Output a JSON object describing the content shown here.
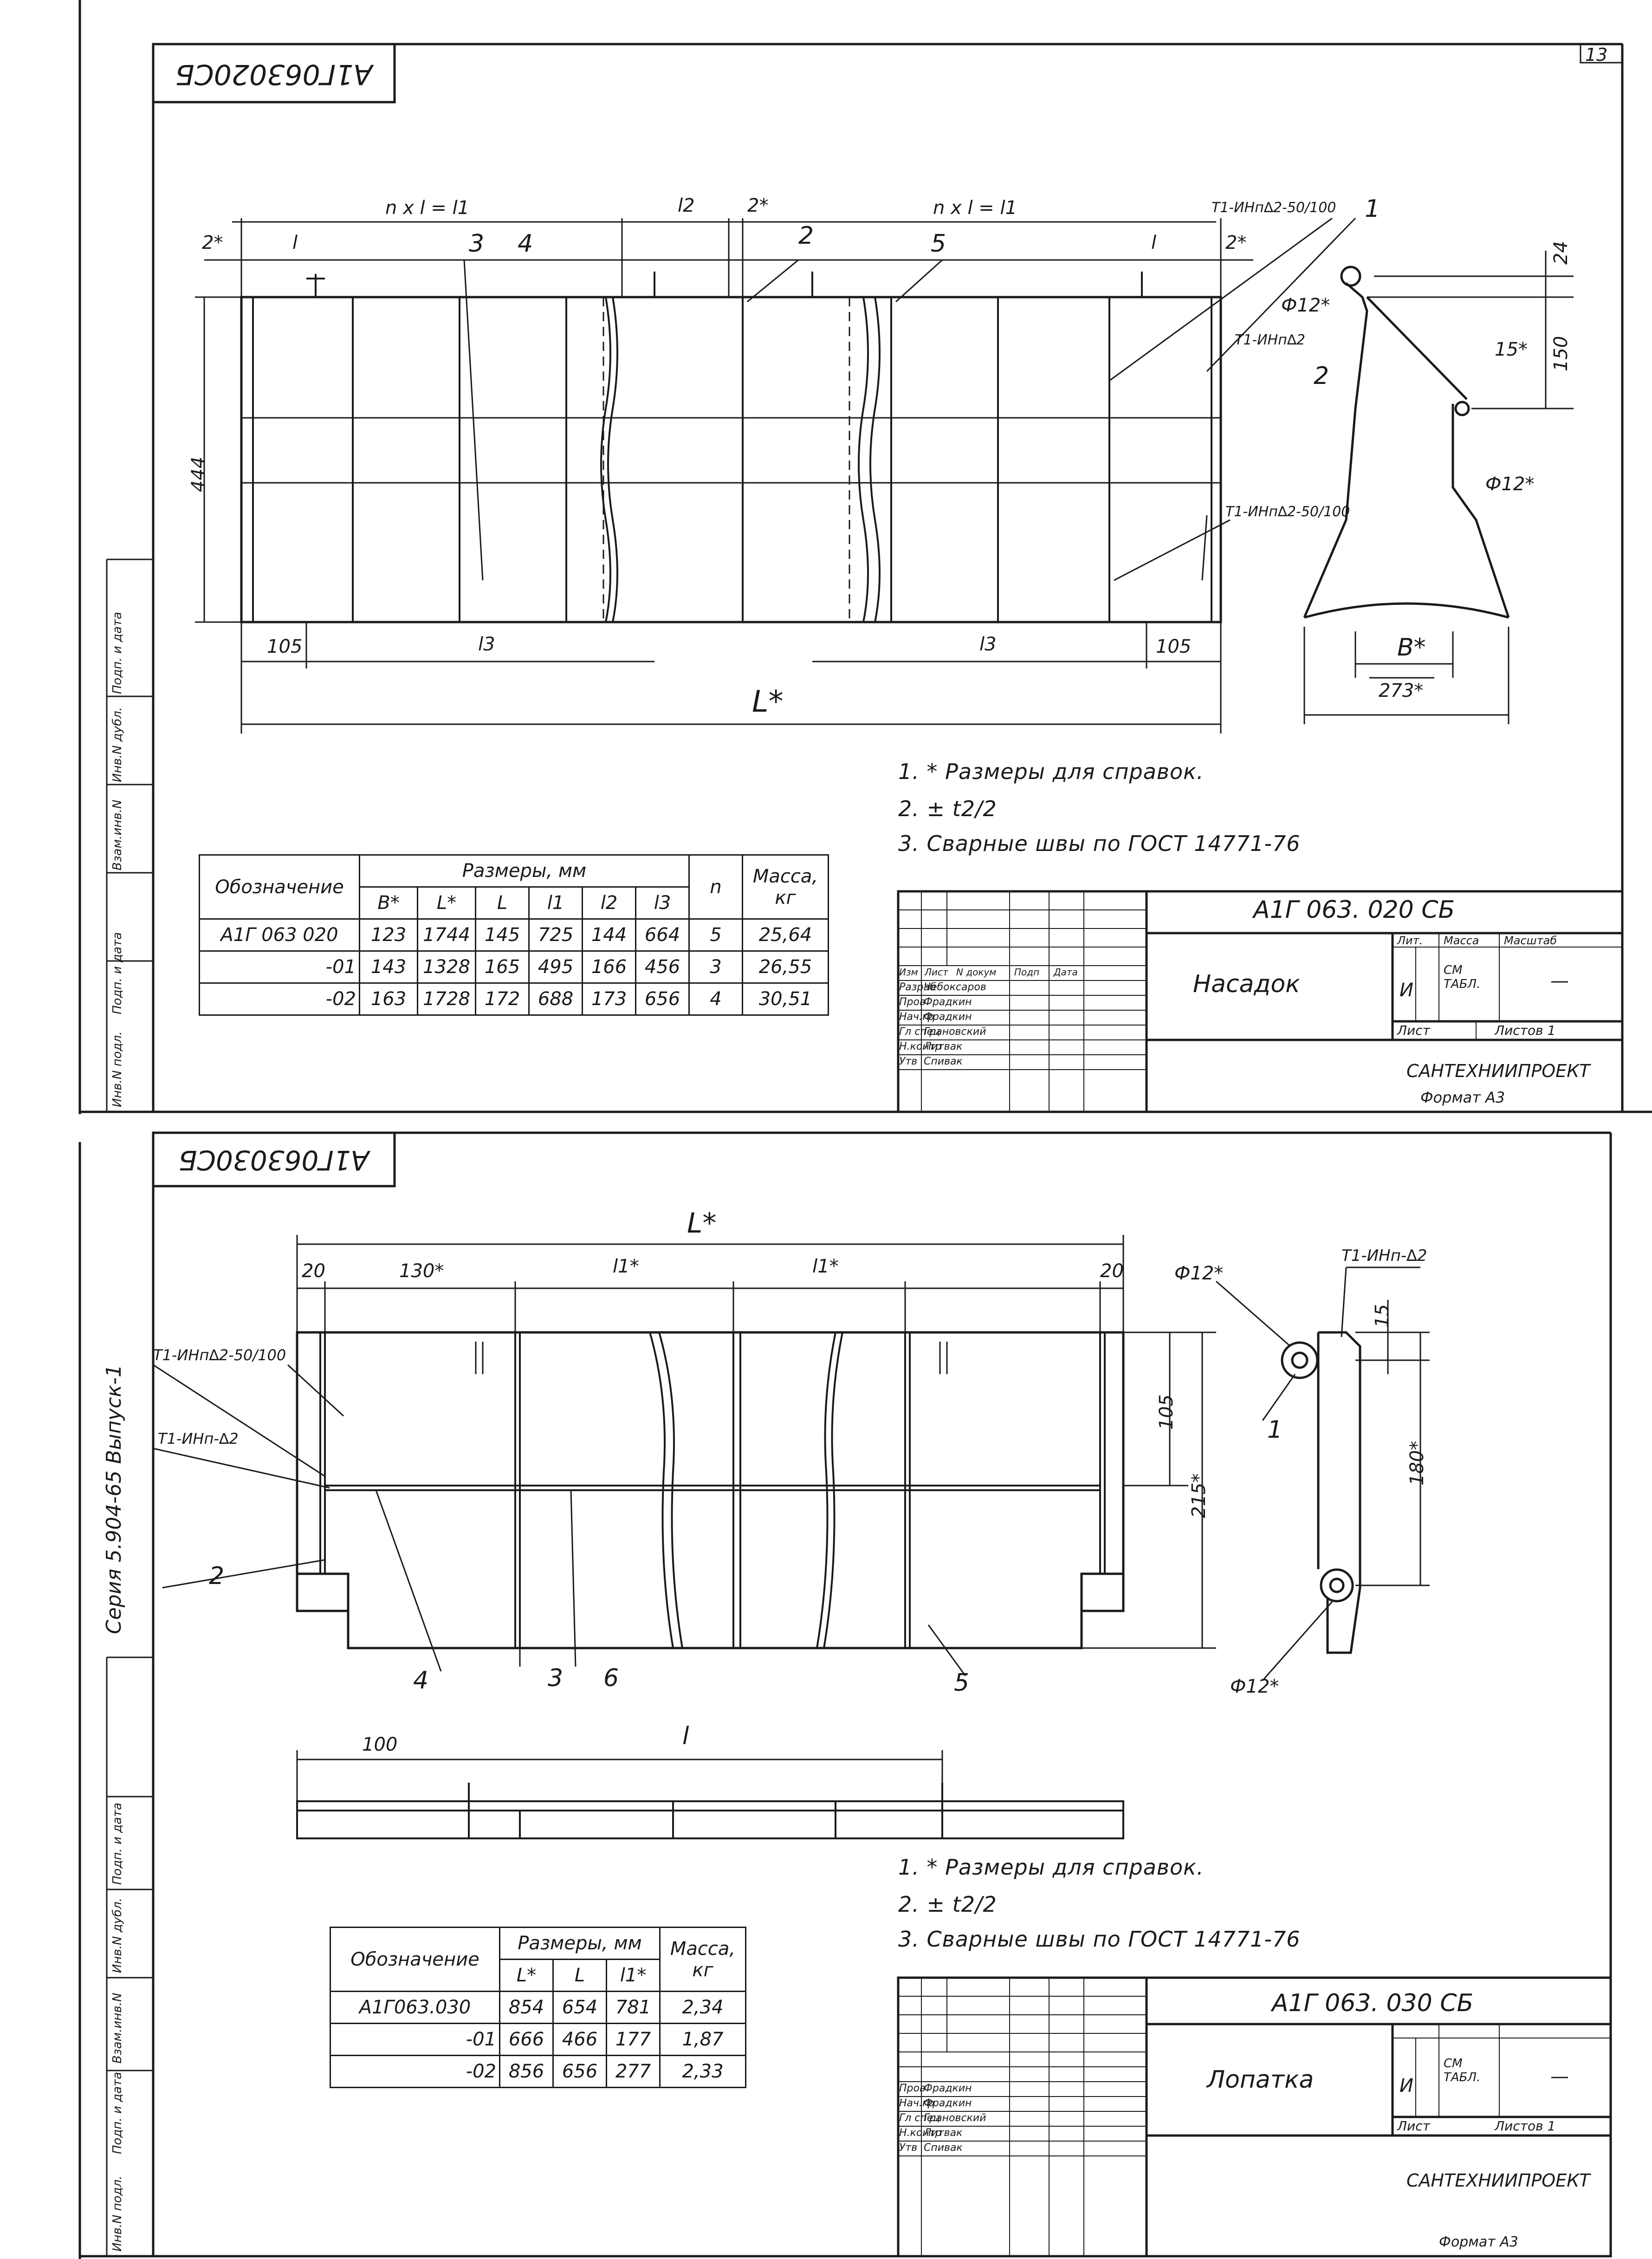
{
  "page_number": "13",
  "sheet1": {
    "stamp_code": "А1Г063020СБ",
    "dims": {
      "n_x_l_left": "n x l = l1",
      "l2": "l2",
      "two_star_a": "2*",
      "n_x_l_right": "n x l = l1",
      "two_star_b": "2*",
      "l_left": "l",
      "l_right": "l",
      "two_star_c": "2*",
      "h444": "444",
      "d105_left": "105",
      "l3_left": "l3",
      "l3_right": "l3",
      "d105_right": "105",
      "L_star": "L*",
      "d24": "24",
      "d150": "150",
      "d15": "15*",
      "B_star": "B*",
      "d273": "273*",
      "phi12_a": "Ф12*",
      "phi12_b": "Ф12*"
    },
    "callouts": [
      "3",
      "4",
      "2",
      "5",
      "1",
      "2"
    ],
    "welds": {
      "w1": "Т1-ИНп∆2-50/100",
      "w2": "Т1-ИНп∆2",
      "w3": "Т1-ИНп∆2-50/100"
    },
    "notes": [
      "1. * Размеры для справок.",
      "2. ± t2/2",
      "3. Сварные швы по ГОСТ 14771-76"
    ],
    "table": {
      "header_designation": "Обозначение",
      "header_sizes": "Размеры, мм",
      "header_cols": [
        "B*",
        "L*",
        "L",
        "l1",
        "l2",
        "l3"
      ],
      "header_n": "n",
      "header_mass": "Масса, кг",
      "rows": [
        [
          "А1Г 063 020",
          "123",
          "1744",
          "145",
          "725",
          "144",
          "664",
          "5",
          "25,64"
        ],
        [
          "-01",
          "143",
          "1328",
          "165",
          "495",
          "166",
          "456",
          "3",
          "26,55"
        ],
        [
          "-02",
          "163",
          "1728",
          "172",
          "688",
          "173",
          "656",
          "4",
          "30,51"
        ]
      ]
    },
    "title_block": {
      "doc_code": "А1Г 063. 020 СБ",
      "name": "Насадок",
      "lit": "Лит.",
      "mass": "Масса",
      "scale": "Масштаб",
      "lit_value": "И",
      "mass_value": "СМ ТАБЛ.",
      "scale_value": "—",
      "sheet": "Лист",
      "sheets": "Листов 1",
      "org": "САНТЕХНИИПРОЕКТ",
      "format": "Формат А3",
      "roles": [
        [
          "Изм",
          "Лист",
          "N докум",
          "Подп",
          "Дата"
        ],
        [
          "Разраб",
          "Чебоксаров"
        ],
        [
          "Пров",
          "Фрадкин"
        ],
        [
          "Нач.гр",
          "Фрадкин"
        ],
        [
          "Гл спец",
          "Грановский"
        ],
        [
          "Н.контр",
          "Литвак"
        ],
        [
          "Утв",
          "Спивак"
        ]
      ]
    },
    "side_stamps": [
      "Инв.N подл.",
      "Подп. и дата",
      "Взам.инв.N",
      "Инв.N дубл.",
      "Подп. и дата"
    ]
  },
  "sheet2": {
    "stamp_code": "А1Г063030СБ",
    "series_label": "Серия 5.904-65   Выпуск-1",
    "dims": {
      "L_star": "L*",
      "d20_left": "20",
      "d130": "130*",
      "l1_a": "l1*",
      "l1_b": "l1*",
      "d20_right": "20",
      "d105": "105",
      "d215": "215*",
      "d15": "15",
      "d180": "180*",
      "d100": "100",
      "l": "l",
      "phi12_a": "Ф12*",
      "phi12_b": "Ф12*"
    },
    "callouts": [
      "2",
      "4",
      "3",
      "6",
      "5",
      "1"
    ],
    "welds": {
      "w1": "Т1-ИНп∆2-50/100",
      "w2": "Т1-ИНп-∆2",
      "w3": "Т1-ИНп-∆2"
    },
    "notes": [
      "1. * Размеры для справок.",
      "2. ± t2/2",
      "3. Сварные швы по ГОСТ 14771-76"
    ],
    "table": {
      "header_designation": "Обозначение",
      "header_sizes": "Размеры, мм",
      "header_cols": [
        "L*",
        "L",
        "l1*"
      ],
      "header_mass": "Масса, кг",
      "rows": [
        [
          "А1Г063.030",
          "854",
          "654",
          "781",
          "2,34"
        ],
        [
          "-01",
          "666",
          "466",
          "177",
          "1,87"
        ],
        [
          "-02",
          "856",
          "656",
          "277",
          "2,33"
        ]
      ]
    },
    "title_block": {
      "doc_code": "А1Г 063. 030 СБ",
      "name": "Лопатка",
      "lit_value": "И",
      "mass_value": "СМ ТАБЛ.",
      "scale_value": "—",
      "sheet": "Лист",
      "sheets": "Листов 1",
      "org": "САНТЕХНИИПРОЕКТ",
      "format": "Формат А3",
      "roles": [
        [
          "Пров",
          "Фрадкин"
        ],
        [
          "Нач.гр",
          "Фрадкин"
        ],
        [
          "Гл спец",
          "Грановский"
        ],
        [
          "Н.контр",
          "Литвак"
        ],
        [
          "Утв",
          "Спивак"
        ]
      ]
    },
    "side_stamps": [
      "Инв.N подл.",
      "Подп. и дата",
      "Взам.инв.N",
      "Инв.N дубл.",
      "Подп. и дата"
    ]
  }
}
